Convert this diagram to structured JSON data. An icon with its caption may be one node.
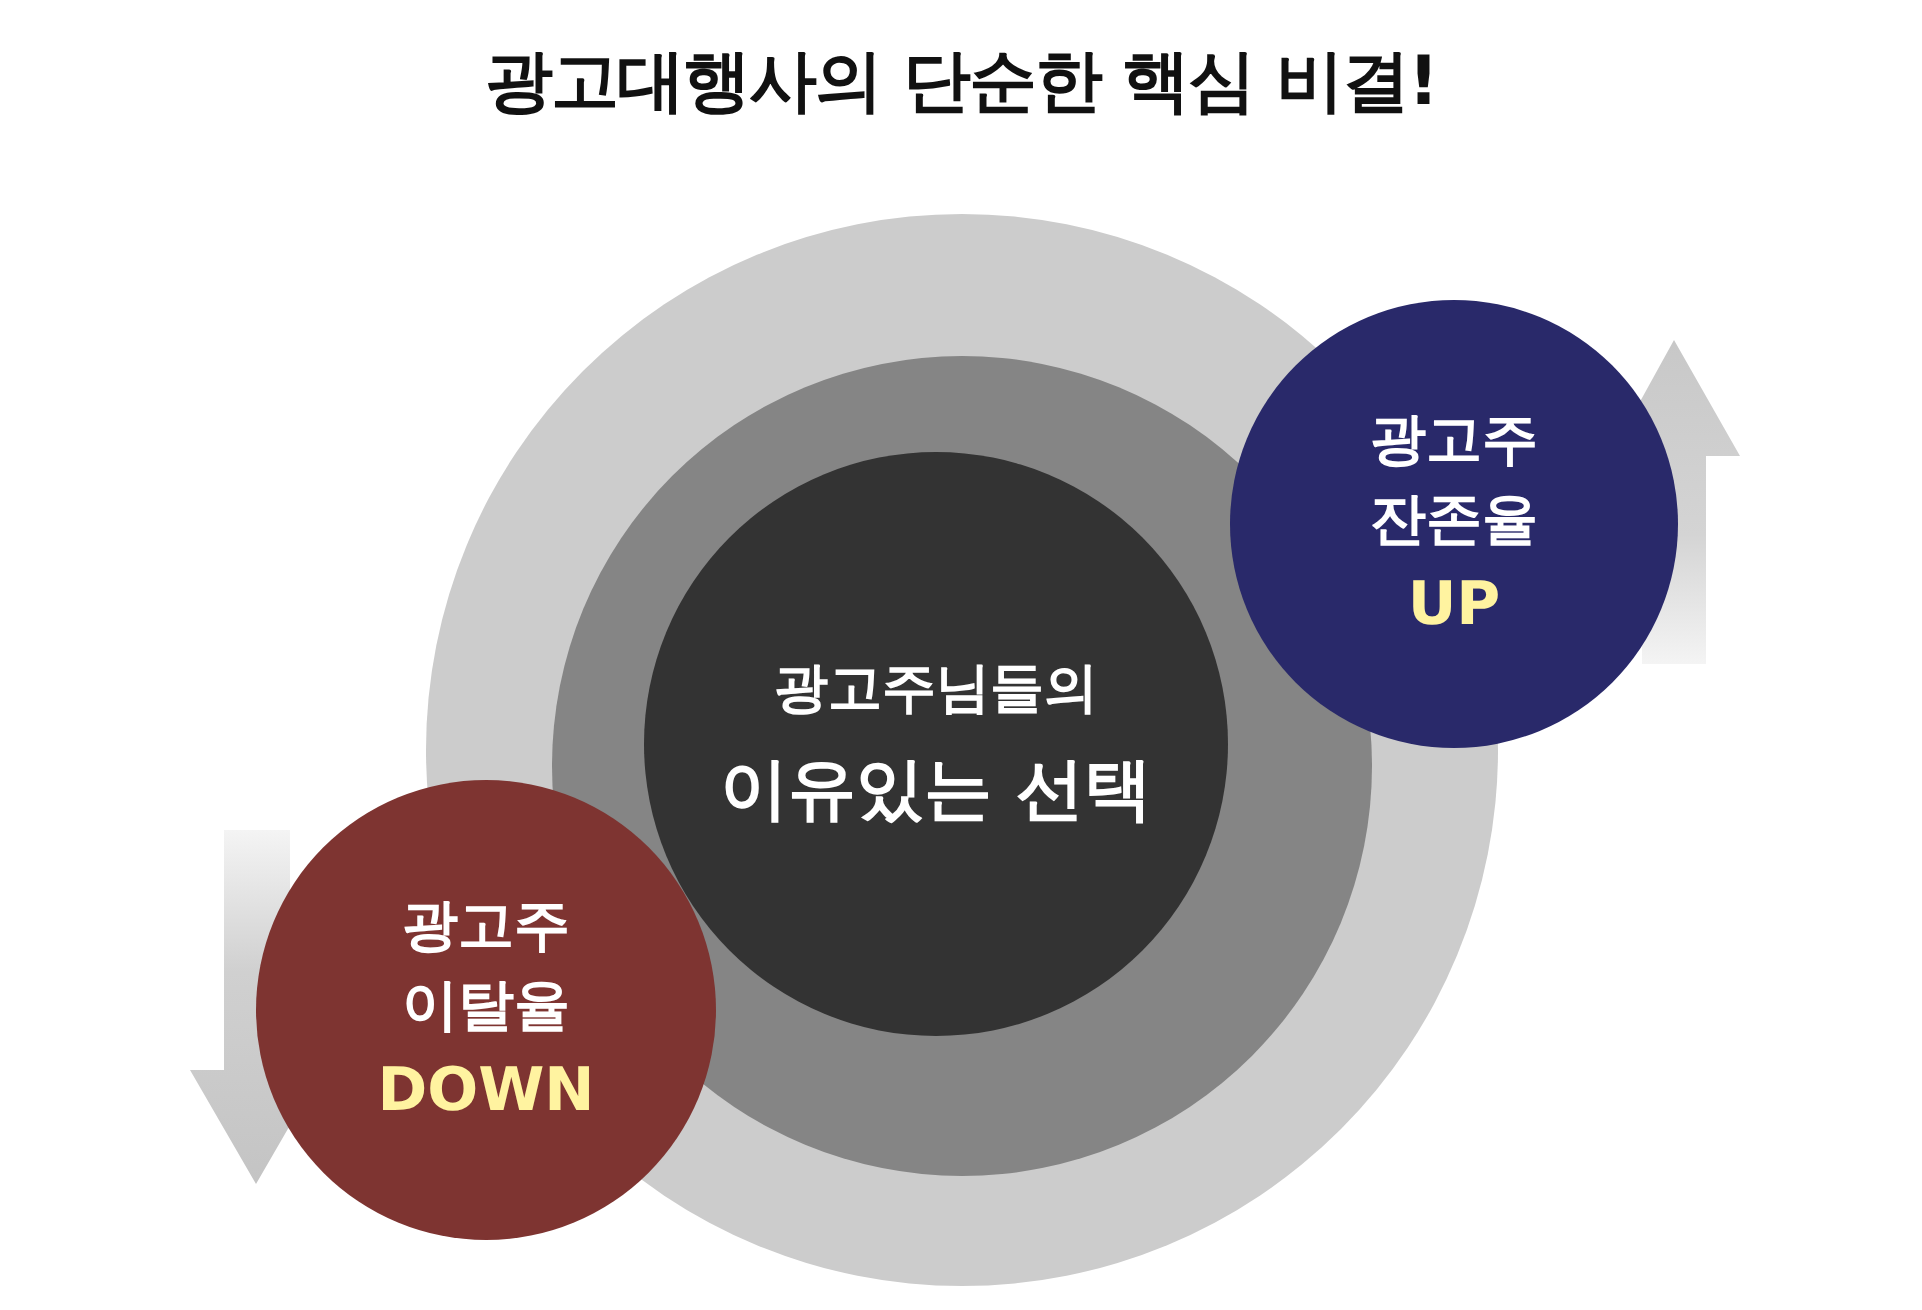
{
  "diagram": {
    "title": "광고대행사의 **단순한 핵심 비결!**",
    "nodes": [
      {
        "text": [],
        "shape": "circle"
      },
      {
        "text": [],
        "shape": "circle",
        "in": 0
      },
      {
        "text": [
          "광고주님들의",
          "이유있는 선택"
        ],
        "in": 1
      },
      {
        "text": [
          "광고주 잔존율",
          "UP"
        ]
      },
      {
        "text": [
          "광고주 이탈율",
          "DOWN"
        ]
      }
    ],
    "edges": []
  }
}
